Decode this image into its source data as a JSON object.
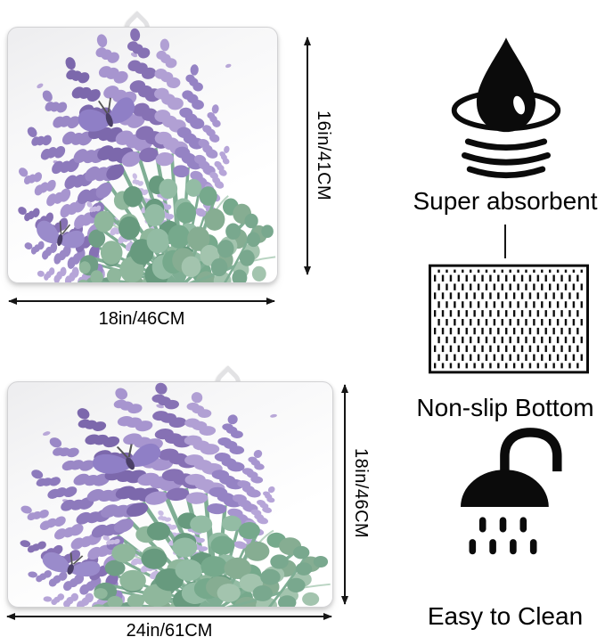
{
  "product": {
    "type": "dish-drying-mat-infographic",
    "colors": {
      "icon_black": "#0b0b0b",
      "arrow_black": "#151515",
      "lavender_purple": "#8d7abc",
      "leaf_green": "#7fae94",
      "mat_white": "#ffffff"
    },
    "mat_small": {
      "height_label": "16in/41CM",
      "width_label": "18in/46CM"
    },
    "mat_large": {
      "height_label": "18in/46CM",
      "width_label": "24in/61CM"
    },
    "features": [
      {
        "icon": "water-drop-icon",
        "label": "Super absorbent"
      },
      {
        "icon": "non-slip-pattern-icon",
        "label": "Non-slip Bottom"
      },
      {
        "icon": "shower-head-icon",
        "label": "Easy to Clean"
      }
    ]
  }
}
